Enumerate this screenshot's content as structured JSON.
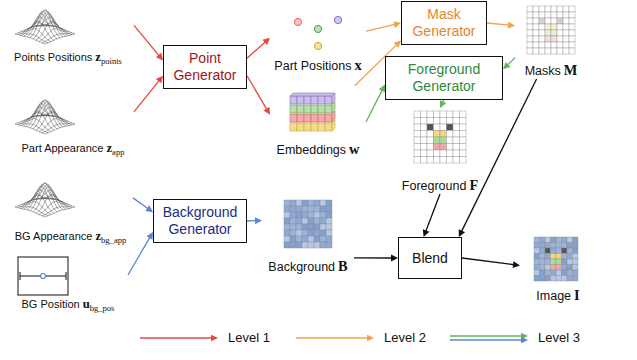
{
  "diagram": {
    "nodes": [
      {
        "text": [
          "Points Positions",
          "z",
          "points"
        ]
      },
      {
        "text": [
          "Part Appearance",
          "z",
          "app"
        ]
      },
      {
        "text": [
          "Point Generator"
        ]
      },
      {
        "text": [
          "Part Positions",
          "x"
        ]
      },
      {
        "text": [
          "Embeddings",
          "w"
        ]
      },
      {
        "text": [
          "Mask Generator"
        ]
      },
      {
        "text": [
          "Foreground Generator"
        ]
      },
      {
        "text": [
          "Masks",
          "M"
        ]
      },
      {
        "text": [
          "Foreground",
          "F"
        ]
      },
      {
        "text": [
          "BG Appearance",
          "z",
          "bg_app"
        ]
      },
      {
        "text": [
          "BG Position",
          "u",
          "bg_pos"
        ]
      },
      {
        "text": [
          "Background Generator"
        ]
      },
      {
        "text": [
          "Background",
          "B"
        ]
      },
      {
        "text": [
          "Blend"
        ]
      },
      {
        "text": [
          "Image",
          "I"
        ]
      }
    ],
    "edges": [
      {
        "from": 0,
        "to": 2,
        "arrow": "to"
      },
      {
        "from": 1,
        "to": 2,
        "arrow": "to"
      },
      {
        "from": 2,
        "to": 3,
        "arrow": "to"
      },
      {
        "from": 2,
        "to": 4,
        "arrow": "to"
      },
      {
        "from": 3,
        "to": 5,
        "arrow": "to"
      },
      {
        "from": 4,
        "to": 5,
        "arrow": "to"
      },
      {
        "from": 5,
        "to": 7,
        "arrow": "to"
      },
      {
        "from": 4,
        "to": 6,
        "arrow": "to"
      },
      {
        "from": 6,
        "to": 8,
        "arrow": "to"
      },
      {
        "from": 7,
        "to": 6,
        "arrow": "to"
      },
      {
        "from": 9,
        "to": 11,
        "arrow": "to"
      },
      {
        "from": 10,
        "to": 11,
        "arrow": "to"
      },
      {
        "from": 11,
        "to": 12,
        "arrow": "to"
      },
      {
        "from": 12,
        "to": 13,
        "arrow": "to"
      },
      {
        "from": 8,
        "to": 13,
        "arrow": "to"
      },
      {
        "from": 7,
        "to": 13,
        "arrow": "to"
      },
      {
        "from": 13,
        "to": 14,
        "arrow": "to"
      }
    ],
    "legend": [
      {
        "text": "Level 1"
      },
      {
        "text": "Level 2"
      },
      {
        "text": "Level 3"
      }
    ]
  }
}
